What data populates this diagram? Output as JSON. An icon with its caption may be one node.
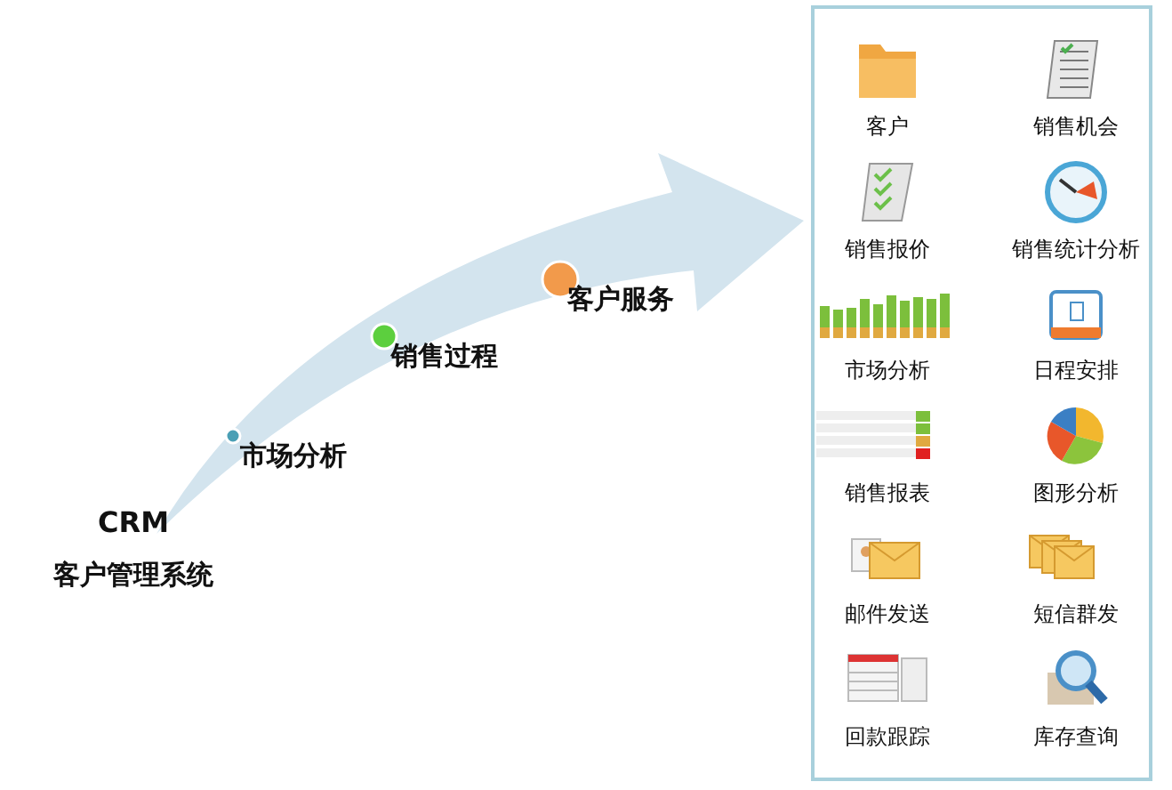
{
  "diagram": {
    "nodes": [
      {
        "text": [
          "CRM",
          "客户管理系统"
        ]
      },
      {
        "text": [
          "市场分析"
        ]
      },
      {
        "text": [
          "销售过程"
        ]
      },
      {
        "text": [
          "客户服务"
        ]
      },
      {
        "text": [],
        "shape": "box"
      },
      {
        "text": [
          "客户"
        ],
        "in": 4
      },
      {
        "text": [
          "销售机会"
        ],
        "in": 4
      },
      {
        "text": [
          "销售报价"
        ],
        "in": 4
      },
      {
        "text": [
          "销售统计分析"
        ],
        "in": 4
      },
      {
        "text": [
          "市场分析"
        ],
        "in": 4
      },
      {
        "text": [
          "日程安排"
        ],
        "in": 4
      },
      {
        "text": [
          "销售报表"
        ],
        "in": 4
      },
      {
        "text": [
          "图形分析"
        ],
        "in": 4
      },
      {
        "text": [
          "邮件发送"
        ],
        "in": 4
      },
      {
        "text": [
          "短信群发"
        ],
        "in": 4
      },
      {
        "text": [
          "回款跟踪"
        ],
        "in": 4
      },
      {
        "text": [
          "库存查询"
        ],
        "in": 4
      }
    ],
    "edges": [
      {
        "from": 0,
        "to": 4,
        "arrow": "to"
      }
    ]
  }
}
